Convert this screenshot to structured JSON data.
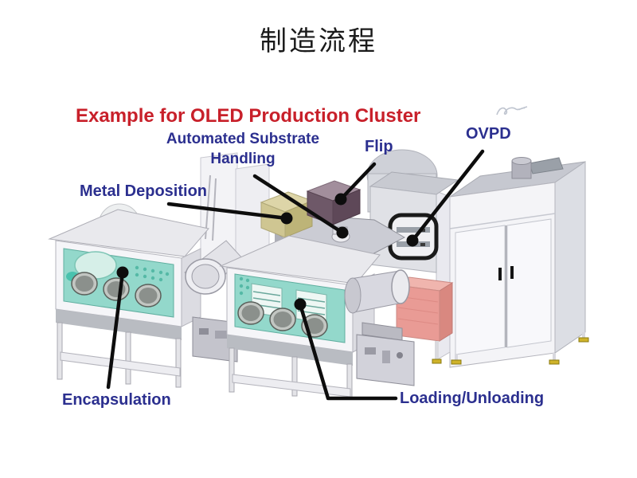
{
  "slide": {
    "title": "制造流程",
    "diagram": {
      "heading": "Example for OLED Production Cluster",
      "labels": {
        "automated_substrate_handling": "Automated Substrate Handling",
        "flip": "Flip",
        "ovpd": "OVPD",
        "metal_deposition": "Metal Deposition",
        "encapsulation": "Encapsulation",
        "loading_unloading": "Loading/Unloading"
      },
      "colors": {
        "heading_red": "#c8202a",
        "label_navy": "#2b2f8f",
        "arrow_black": "#0d0d0d",
        "glovebox_window_teal": "#93d8cb",
        "metal_deposition_tan": "#cfc692",
        "flip_box_mauve": "#6e5868",
        "pink_unit": "#e99b95",
        "cabinet_white": "#f4f4f7",
        "feet_yellow": "#cfb32a"
      }
    }
  }
}
